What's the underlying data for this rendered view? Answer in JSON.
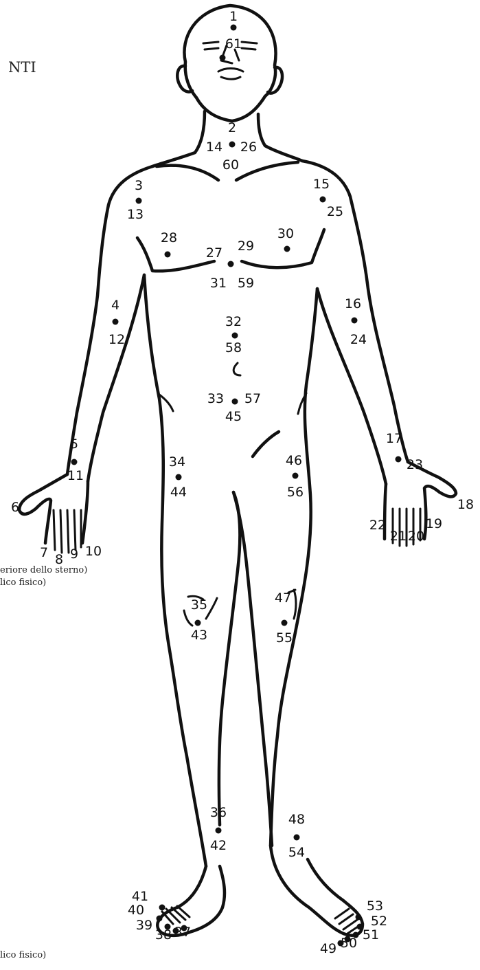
{
  "captions": {
    "top": "NTI",
    "mid1": "eriore dello sterno)",
    "mid2": "lico fisico)",
    "bottom": "lico fisico)"
  },
  "points": [
    {
      "label": "1"
    },
    {
      "label": "61"
    },
    {
      "label": "2"
    },
    {
      "label": "14"
    },
    {
      "label": "26"
    },
    {
      "label": "60"
    },
    {
      "label": "3"
    },
    {
      "label": "13"
    },
    {
      "label": "15"
    },
    {
      "label": "25"
    },
    {
      "label": "28"
    },
    {
      "label": "27"
    },
    {
      "label": "29"
    },
    {
      "label": "30"
    },
    {
      "label": "31"
    },
    {
      "label": "59"
    },
    {
      "label": "4"
    },
    {
      "label": "12"
    },
    {
      "label": "16"
    },
    {
      "label": "24"
    },
    {
      "label": "32"
    },
    {
      "label": "58"
    },
    {
      "label": "33"
    },
    {
      "label": "57"
    },
    {
      "label": "45"
    },
    {
      "label": "5"
    },
    {
      "label": "11"
    },
    {
      "label": "17"
    },
    {
      "label": "23"
    },
    {
      "label": "34"
    },
    {
      "label": "44"
    },
    {
      "label": "46"
    },
    {
      "label": "56"
    },
    {
      "label": "18"
    },
    {
      "label": "6"
    },
    {
      "label": "7"
    },
    {
      "label": "8"
    },
    {
      "label": "9"
    },
    {
      "label": "10"
    },
    {
      "label": "22"
    },
    {
      "label": "21"
    },
    {
      "label": "20"
    },
    {
      "label": "19"
    },
    {
      "label": "35"
    },
    {
      "label": "43"
    },
    {
      "label": "47"
    },
    {
      "label": "55"
    },
    {
      "label": "36"
    },
    {
      "label": "42"
    },
    {
      "label": "48"
    },
    {
      "label": "54"
    },
    {
      "label": "41"
    },
    {
      "label": "40"
    },
    {
      "label": "39"
    },
    {
      "label": "38"
    },
    {
      "label": "37"
    },
    {
      "label": "53"
    },
    {
      "label": "52"
    },
    {
      "label": "51"
    },
    {
      "label": "50"
    },
    {
      "label": "49"
    }
  ]
}
